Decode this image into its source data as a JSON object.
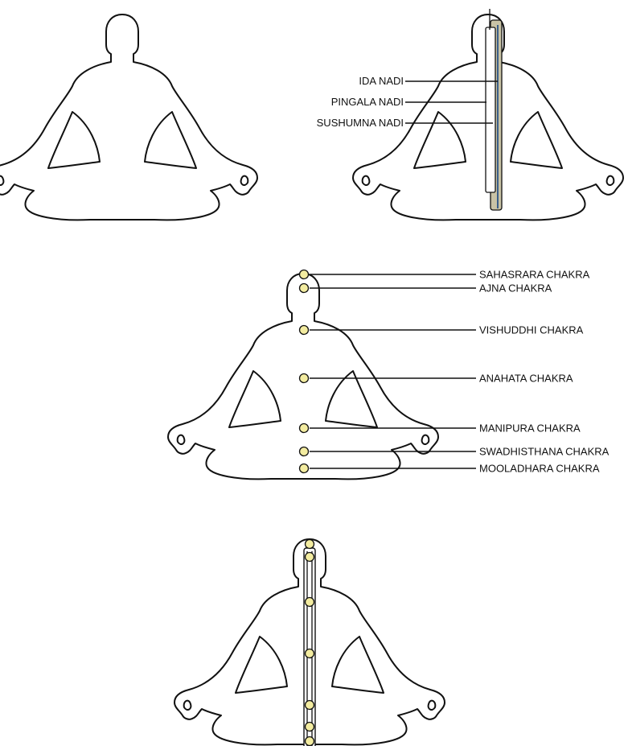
{
  "nadis": {
    "ida": "IDA NADI",
    "pingala": "PINGALA NADI",
    "sushumna": "SUSHUMNA NADI"
  },
  "chakras": [
    "SAHASRARA CHAKRA",
    "AJNA CHAKRA",
    "VISHUDDHI CHAKRA",
    "ANAHATA CHAKRA",
    "MANIPURA CHAKRA",
    "SWADHISTHANA CHAKRA",
    "MOOLADHARA CHAKRA"
  ],
  "colors": {
    "outline": "#111111",
    "chakra_fill": "#f3eca0",
    "nadi_fill": "#c9c3a6",
    "nadi_blue": "#3a5f8a"
  }
}
